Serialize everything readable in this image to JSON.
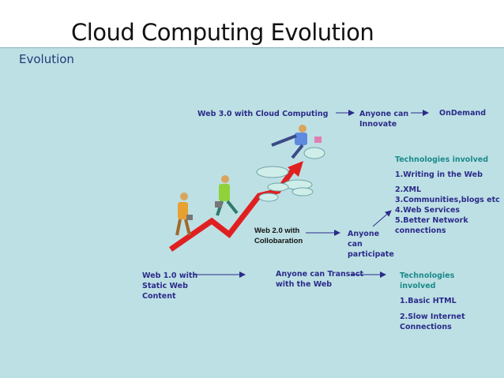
{
  "title": "Cloud Computing Evolution",
  "subtitle": "Evolution",
  "web3": {
    "label": "Web 3.0 with Cloud Computing",
    "outcome": "Anyone can\nInnovate",
    "next": "OnDemand"
  },
  "web2": {
    "label": "Web 2.0  with\nCollobaration",
    "outcome": "Anyone\ncan\nparticipate",
    "tech_heading": "Technologies involved",
    "tech_items": [
      "1.Writing in the Web",
      "2.XML\n3.Communities,blogs etc\n4.Web Services\n5.Better Network\nconnections"
    ]
  },
  "web1": {
    "label": "Web 1.0 with\nStatic Web\nContent",
    "outcome": "Anyone can Transact\nwith the Web",
    "tech_heading": "Technologies\ninvolved",
    "tech_items": [
      "1.Basic HTML",
      "2.Slow Internet\nConnections"
    ]
  },
  "colors": {
    "panel": "#bde0e4",
    "text": "#2b2b8a",
    "teal": "#1a8a8a",
    "arrow": "#e02020"
  }
}
